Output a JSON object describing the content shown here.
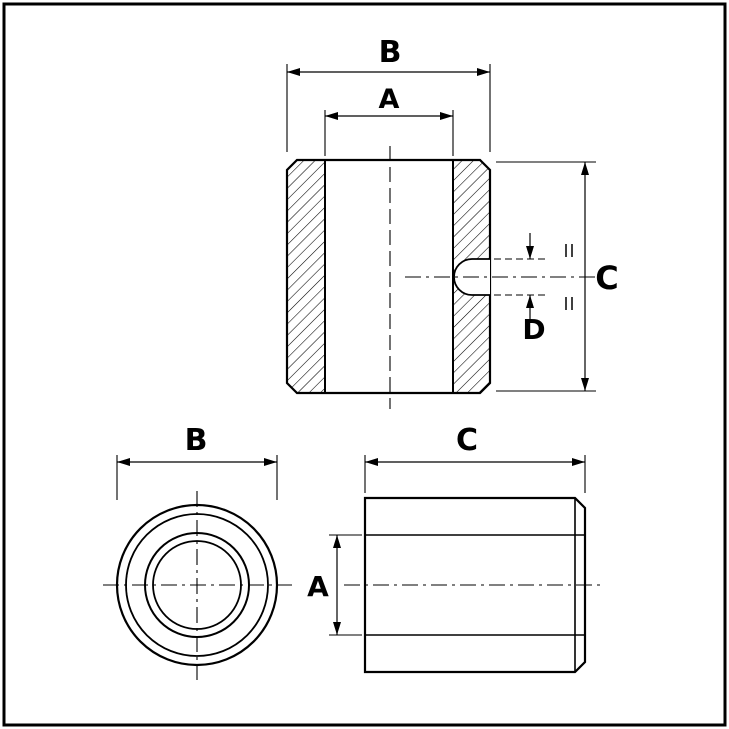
{
  "drawing": {
    "background": "#ffffff",
    "line_color": "#000000",
    "labels": {
      "section_view": {
        "outer_width": "B",
        "inner_width": "A",
        "height": "C",
        "hole_diameter": "D"
      },
      "front_view": {
        "outer_diameter": "B"
      },
      "side_view": {
        "length": "C",
        "bore_diameter": "A"
      }
    }
  }
}
